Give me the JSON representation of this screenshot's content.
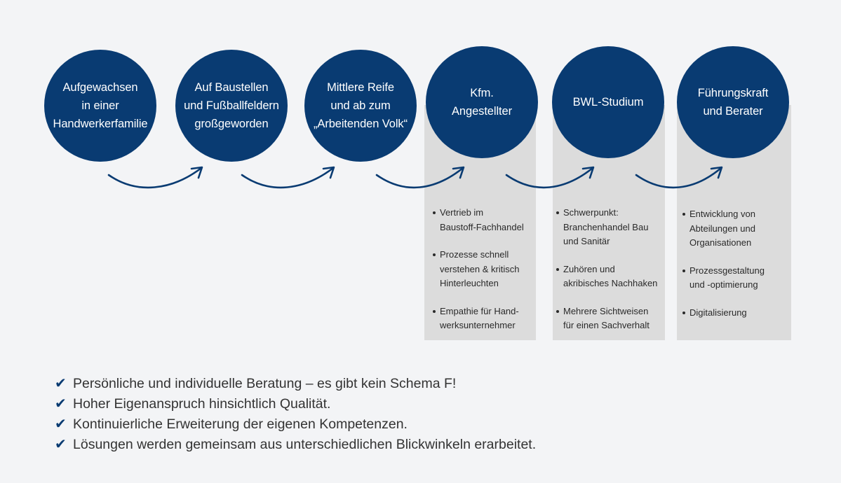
{
  "colors": {
    "circle": "#093b72",
    "panel": "#dcdcdc",
    "background": "#f3f4f6",
    "text": "#333333"
  },
  "steps": [
    {
      "label": "Aufgewachsen\nin einer\nHandwerkerfamilie"
    },
    {
      "label": "Auf Baustellen\nund Fußballfeldern\ngroßgeworden"
    },
    {
      "label": "Mittlere Reife\nund ab zum\n„Arbeitenden Volk“"
    },
    {
      "label": "Kfm.\nAngestellter"
    },
    {
      "label": "BWL-Studium"
    },
    {
      "label": "Führungskraft\nund Berater"
    }
  ],
  "details": [
    {
      "items": [
        "Vertrieb im\nBaustoff-Fachhandel",
        "Prozesse schnell\nverstehen & kritisch\nHinterleuchten",
        "Empathie für Hand-\nwerksunternehmer"
      ]
    },
    {
      "items": [
        "Schwerpunkt:\nBranchenhandel Bau\nund Sanitär",
        "Zuhören und\nakribisches Nachhaken",
        "Mehrere Sichtweisen\nfür einen Sachverhalt"
      ]
    },
    {
      "items": [
        "Entwicklung von\nAbteilungen und\nOrganisationen",
        "Prozessgestaltung\nund -optimierung",
        "Digitalisierung"
      ]
    }
  ],
  "highlights": [
    {
      "icon": "checkmark-icon",
      "text": "Persönliche und individuelle Beratung – es gibt kein Schema F!"
    },
    {
      "icon": "checkmark-icon",
      "text": "Hoher Eigenanspruch hinsichtlich Qualität."
    },
    {
      "icon": "checkmark-icon",
      "text": "Kontinuierliche Erweiterung der eigenen Kompetenzen."
    },
    {
      "icon": "checkmark-icon",
      "text": "Lösungen werden gemeinsam aus unterschiedlichen Blickwinkeln erarbeitet."
    }
  ]
}
